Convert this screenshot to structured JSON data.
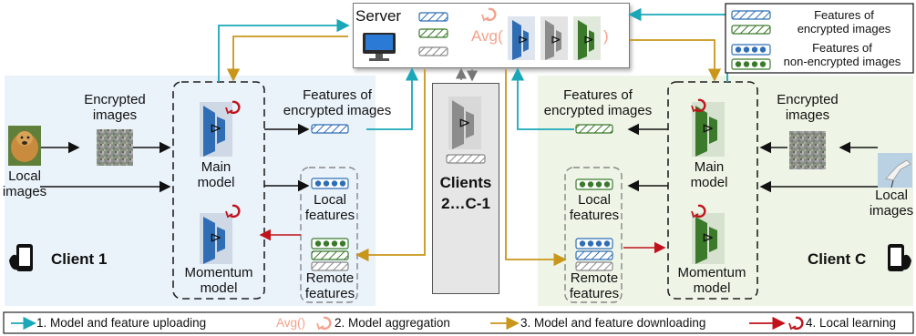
{
  "server": {
    "title": "Server",
    "avg_text": "Avg(",
    "avg_close": ")"
  },
  "top_legend": {
    "encrypted": [
      "Features of",
      "encrypted images"
    ],
    "non_encrypted": [
      "Features of",
      "non-encrypted images"
    ]
  },
  "client1": {
    "name": "Client 1",
    "encrypted_images": [
      "Encrypted",
      "images"
    ],
    "local_images": [
      "Local",
      "images"
    ],
    "main_model": [
      "Main",
      "model"
    ],
    "momentum_model": [
      "Momentum",
      "model"
    ],
    "features_of_encrypted": [
      "Features of",
      "encrypted images"
    ],
    "local_features": [
      "Local",
      "features"
    ],
    "remote_features": [
      "Remote",
      "features"
    ]
  },
  "middle_clients": {
    "label": [
      "Clients",
      "2…C-1"
    ]
  },
  "clientC": {
    "name": "Client C",
    "encrypted_images": [
      "Encrypted",
      "images"
    ],
    "local_images": [
      "Local",
      "images"
    ],
    "main_model": [
      "Main",
      "model"
    ],
    "momentum_model": [
      "Momentum",
      "model"
    ],
    "features_of_encrypted": [
      "Features of",
      "encrypted images"
    ],
    "local_features": [
      "Local",
      "features"
    ],
    "remote_features": [
      "Remote",
      "features"
    ]
  },
  "bottom_legend": {
    "item1": "1. Model and feature uploading",
    "item2_avg": "Avg()",
    "item2": "2. Model aggregation",
    "item3": "3. Model and feature downloading",
    "item4": "4. Local learning"
  },
  "colors": {
    "upload": "#1aa7b8",
    "download": "#c9961a",
    "local": "#c0131b",
    "avg": "#f4a28c",
    "client1_bg": "#eaf2fa",
    "clientC_bg": "#eef5e6",
    "model_blue": "#2f6eb5",
    "model_green": "#3a7a2a",
    "model_gray": "#8c8c8c"
  }
}
